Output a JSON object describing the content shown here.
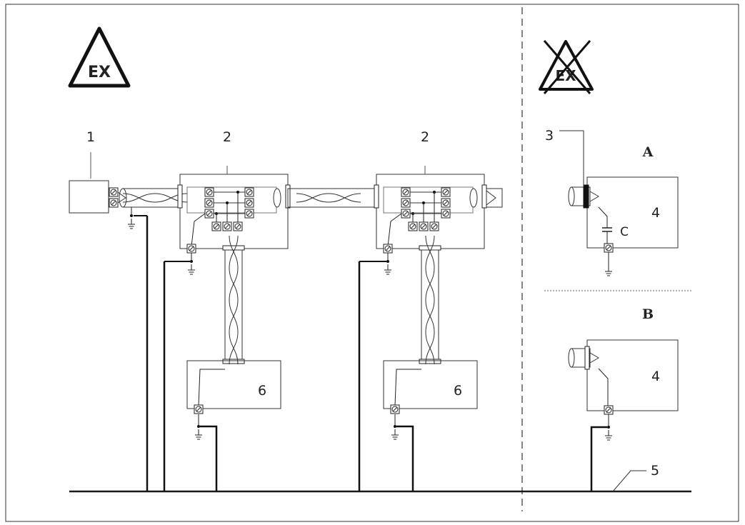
{
  "hazard_symbol": {
    "text": "EX"
  },
  "safe_area_symbol": {
    "text": "EX"
  },
  "callouts": {
    "1": "1",
    "2a": "2",
    "2b": "2",
    "3": "3",
    "4a": "4",
    "4b": "4",
    "5": "5",
    "6a": "6",
    "6b": "6"
  },
  "variants": {
    "A": "A",
    "B": "B"
  },
  "capacitor_label": "C",
  "colors": {
    "line": "#1a1a1a",
    "thin": "#444444",
    "background": "#ffffff"
  }
}
